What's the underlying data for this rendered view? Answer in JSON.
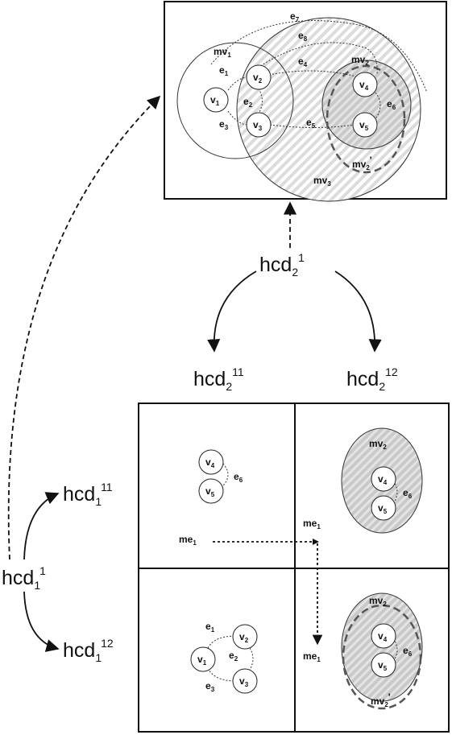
{
  "top_box": {
    "vertices": {
      "v1": "v",
      "v2": "v",
      "v3": "v",
      "v4": "v",
      "v5": "v"
    },
    "vertex_subs": {
      "v1": "1",
      "v2": "2",
      "v3": "3",
      "v4": "4",
      "v5": "5"
    },
    "edges": {
      "e1": "e",
      "e2": "e",
      "e3": "e",
      "e4": "e",
      "e5": "e",
      "e6": "e",
      "e7": "e",
      "e8": "e"
    },
    "edge_subs": {
      "e1": "1",
      "e2": "2",
      "e3": "3",
      "e4": "4",
      "e5": "5",
      "e6": "6",
      "e7": "7",
      "e8": "8"
    },
    "mv1": {
      "base": "mv",
      "sub": "1"
    },
    "mv2": {
      "base": "mv",
      "sub": "2"
    },
    "mv2p": {
      "base": "mv",
      "sub": "2",
      "prime": "'"
    },
    "mv3": {
      "base": "mv",
      "sub": "3"
    }
  },
  "hierarchy": {
    "hcd2_1": {
      "base": "hcd",
      "sub": "2",
      "sup": "1"
    },
    "hcd2_11": {
      "base": "hcd",
      "sub": "2",
      "sup": "11"
    },
    "hcd2_12": {
      "base": "hcd",
      "sub": "2",
      "sup": "12"
    },
    "hcd1_1": {
      "base": "hcd",
      "sub": "1",
      "sup": "1"
    },
    "hcd1_11": {
      "base": "hcd",
      "sub": "1",
      "sup": "11"
    },
    "hcd1_12": {
      "base": "hcd",
      "sub": "1",
      "sup": "12"
    }
  },
  "grid": {
    "me_label": "me",
    "me_sub": "1",
    "cell_tl": {
      "v4": "v",
      "v4_sub": "4",
      "v5": "v",
      "v5_sub": "5",
      "e6": "e",
      "e6_sub": "6"
    },
    "cell_tr": {
      "mv": "mv",
      "mv_sub": "2",
      "v4": "v",
      "v4_sub": "4",
      "v5": "v",
      "v5_sub": "5",
      "e6": "e",
      "e6_sub": "6"
    },
    "cell_bl": {
      "v1": "v",
      "v1_sub": "1",
      "v2": "v",
      "v2_sub": "2",
      "v3": "v",
      "v3_sub": "3",
      "e1": "e",
      "e1_sub": "1",
      "e2": "e",
      "e2_sub": "2",
      "e3": "e",
      "e3_sub": "3"
    },
    "cell_br": {
      "mv": "mv",
      "mv_sub": "2",
      "mvp": "mv",
      "mvp_sub": "2",
      "mvp_prime": "'",
      "v4": "v",
      "v4_sub": "4",
      "v5": "v",
      "v5_sub": "5",
      "e6": "e",
      "e6_sub": "6"
    }
  },
  "colors": {
    "stroke": "#222222",
    "hatch": "#d4d4d4",
    "dashed_ring": "#555555"
  }
}
